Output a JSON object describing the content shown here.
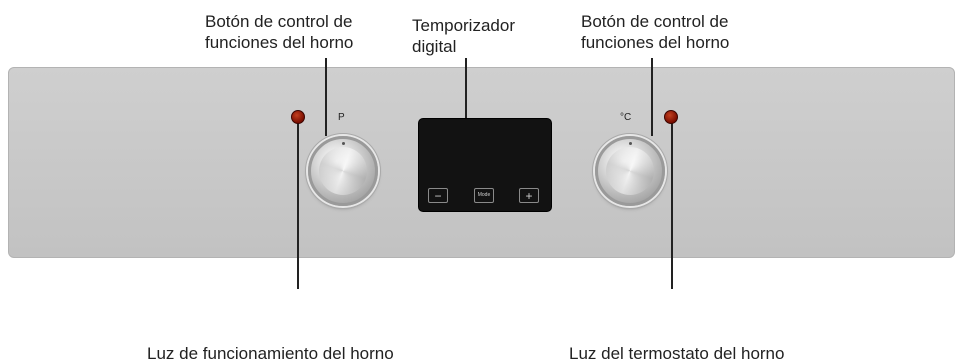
{
  "labels": {
    "left_knob_line1": "Botón de control de",
    "left_knob_line2": "funciones del horno",
    "timer_line1": "Temporizador",
    "timer_line2": "digital",
    "right_knob_line1": "Botón de control de",
    "right_knob_line2": "funciones del horno",
    "left_lamp": "Luz de funcionamiento del horno",
    "right_lamp": "Luz del termostato del horno"
  },
  "panel": {
    "left_knob_mark": "P",
    "right_knob_mark": "°C",
    "timer_buttons": {
      "minus": "−",
      "mode": "Mode",
      "plus": "+"
    }
  },
  "colors": {
    "panel": "#c8c8c8",
    "lamp": "#8b1a0a",
    "timer": "#121212",
    "text": "#222222"
  },
  "icons": [
    "power-lamp-icon",
    "thermostat-lamp-icon",
    "oven-knob-icon"
  ]
}
